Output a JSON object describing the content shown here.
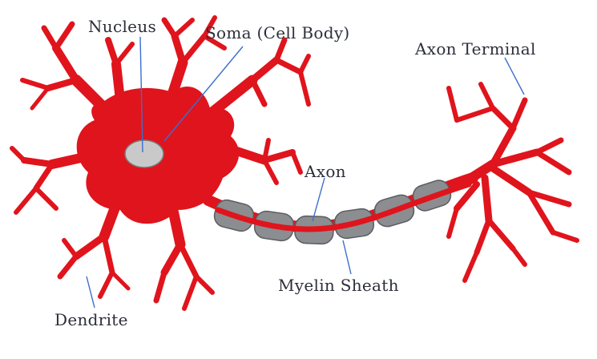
{
  "labels": {
    "nucleus": "Nucleus",
    "soma": "Soma (Cell Body)",
    "axon_terminal": "Axon Terminal",
    "axon": "Axon",
    "myelin_sheath": "Myelin Sheath",
    "dendrite": "Dendrite"
  },
  "colors": {
    "neuron": "#e0141c",
    "myelin": "#8b8d90",
    "myelin_edge": "#5a5c60",
    "nucleus_fill": "#c9c9c9",
    "leader_line": "#3a6fd0",
    "label_text": "#2c2f3a"
  }
}
